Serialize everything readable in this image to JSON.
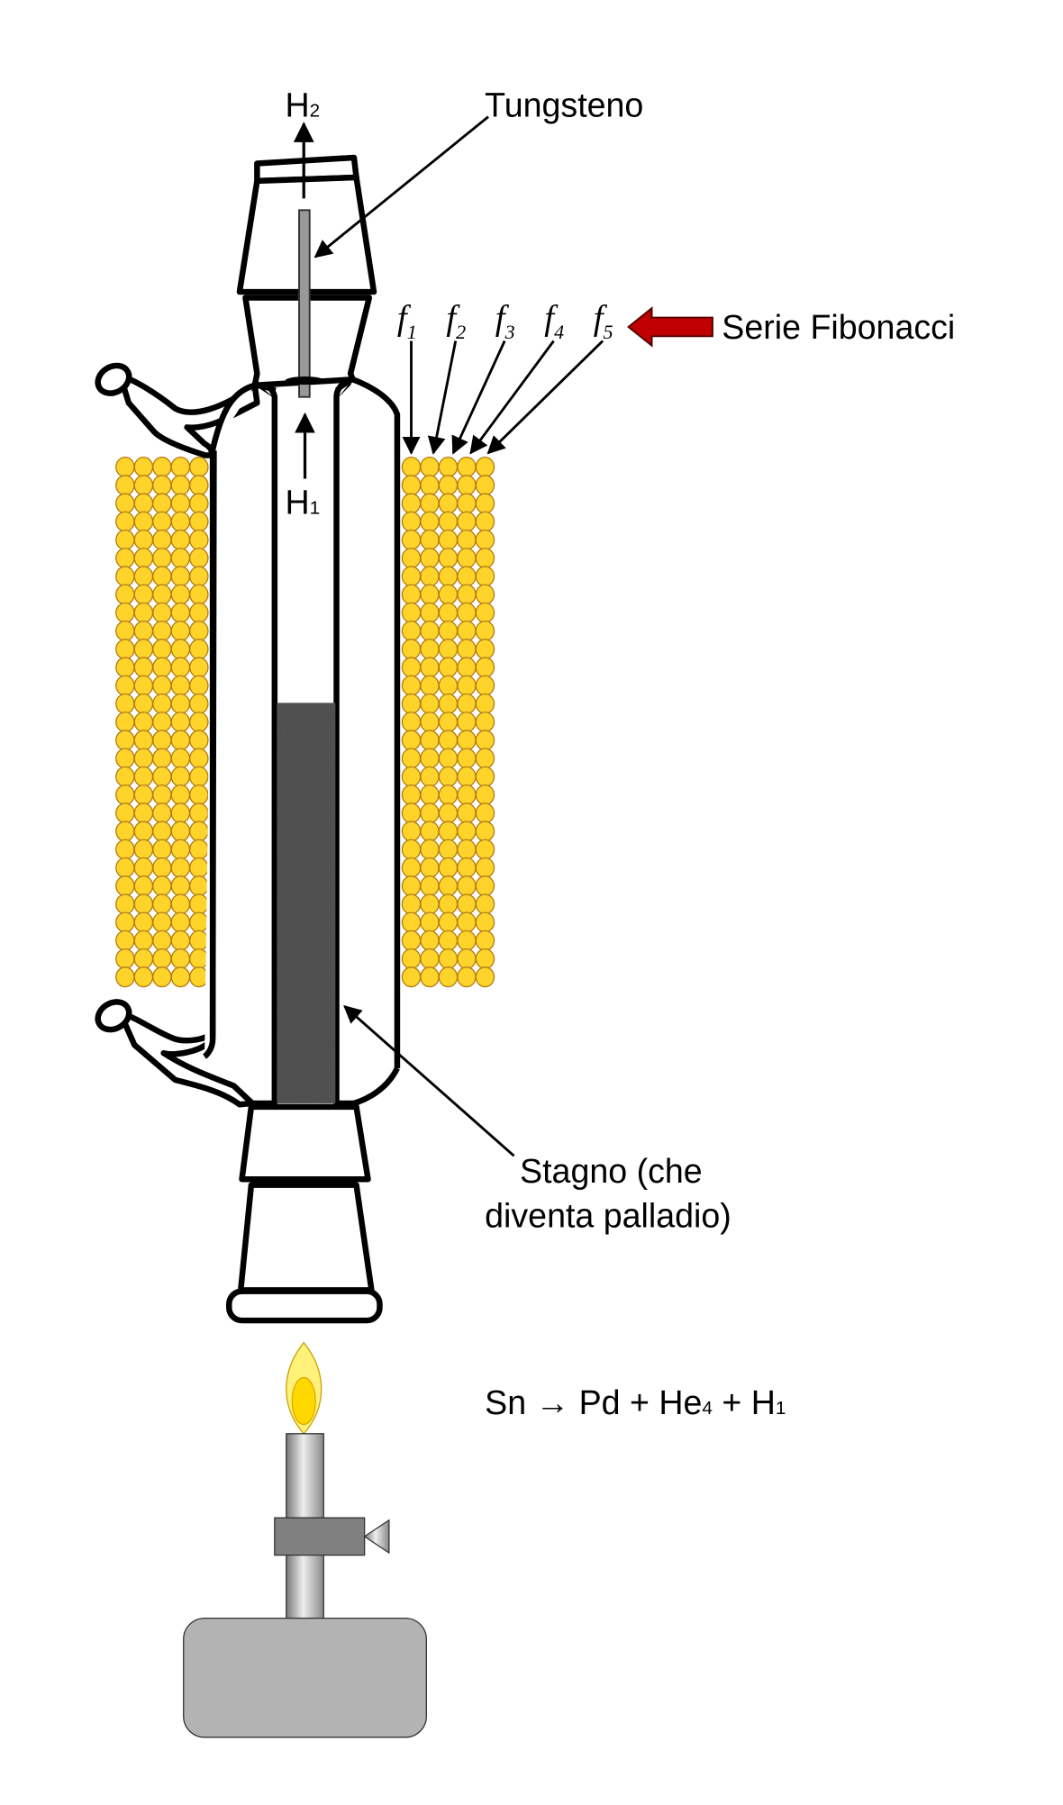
{
  "labels": {
    "h2": {
      "base": "H",
      "sub": "2"
    },
    "h1": {
      "base": "H",
      "sub": "1"
    },
    "tungsten": "Tungsteno",
    "fibonacci_series": "Serie Fibonacci",
    "tin_line1": "Stagno (che",
    "tin_line2": "diventa palladio)"
  },
  "fibonacci_terms": [
    {
      "base": "f",
      "sub": "1"
    },
    {
      "base": "f",
      "sub": "2"
    },
    {
      "base": "f",
      "sub": "3"
    },
    {
      "base": "f",
      "sub": "4"
    },
    {
      "base": "f",
      "sub": "5"
    }
  ],
  "equation": {
    "part1": "Sn → Pd + He",
    "sub1": "4",
    "part2": " + H",
    "sub2": "1"
  },
  "colors": {
    "coil": "#ffd42a",
    "coil_stroke": "#b07a10",
    "red_arrow": "#c00000",
    "burner_base": "#b3b3b3",
    "collar": "#808080",
    "tin": "#555555"
  }
}
